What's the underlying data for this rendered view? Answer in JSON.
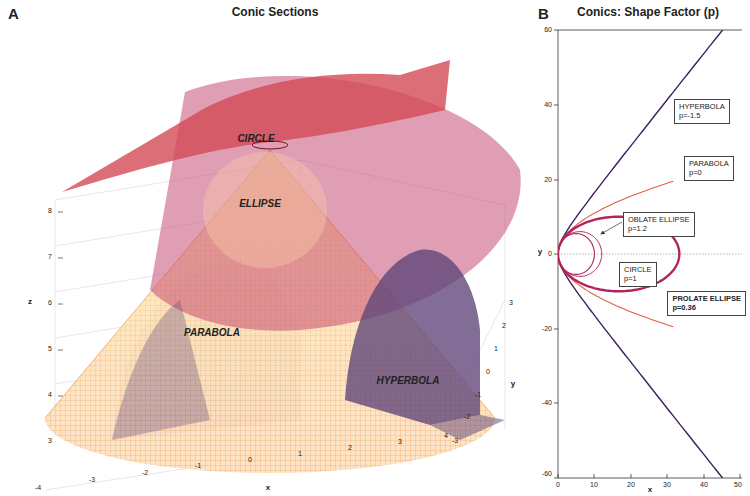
{
  "diagram": {
    "nodes": [
      {
        "text": [
          "HYPERBOLA",
          "p=-1.5"
        ]
      },
      {
        "text": [
          "PARABOLA",
          "p=0"
        ]
      },
      {
        "text": [
          "OBLATE ELLIPSE",
          "p=1.2"
        ]
      },
      {
        "text": [
          "CIRCLE",
          "p=1"
        ]
      },
      {
        "text": [
          "PROLATE ELLIPSE",
          "p=0.36"
        ]
      }
    ],
    "labels": [
      "A",
      "Conic Sections",
      "B",
      "Conics: Shape Factor (p)",
      "CIRCLE",
      "ELLIPSE",
      "PARABOLA",
      "HYPERBOLA",
      "z",
      "8",
      "7",
      "6",
      "5",
      "4",
      "3",
      "-4",
      "-3",
      "-2",
      "-1",
      "0",
      "1",
      "2",
      "3",
      "4",
      "x",
      "-3",
      "-2",
      "-1",
      "0",
      "1",
      "2",
      "3",
      "y",
      "60",
      "40",
      "20",
      "0",
      "-20",
      "-40",
      "-60",
      "y",
      "0",
      "10",
      "20",
      "30",
      "40",
      "50",
      "x"
    ]
  }
}
